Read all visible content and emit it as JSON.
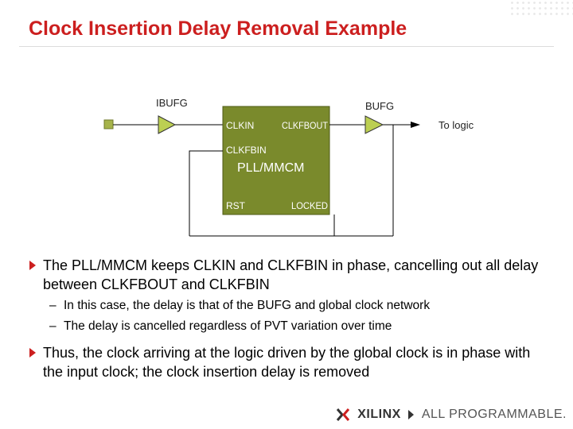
{
  "slide": {
    "title": "Clock Insertion Delay Removal Example"
  },
  "diagram": {
    "ibufg_label": "IBUFG",
    "bufg_label": "BUFG",
    "pll_block": {
      "clkin": "CLKIN",
      "clkfbout": "CLKFBOUT",
      "clkfbin": "CLKFBIN",
      "name": "PLL/MMCM",
      "rst": "RST",
      "locked": "LOCKED",
      "fill_color": "#7a8a2c"
    },
    "output_label": "To logic",
    "buffer_color": "#bccf52",
    "wire_color": "#000000"
  },
  "bullets": [
    {
      "text": "The PLL/MMCM keeps CLKIN and CLKFBIN in phase, cancelling out all delay between CLKFBOUT and CLKFBIN",
      "sub": [
        "In this case, the delay is that of the BUFG and global clock network",
        "The delay is cancelled regardless of  PVT variation over time"
      ]
    },
    {
      "text": "Thus, the clock arriving at the logic driven by the global clock is in phase with the input clock; the clock insertion delay is removed",
      "sub": []
    }
  ],
  "footer": {
    "brand": "XILINX",
    "tagline": "ALL PROGRAMMABLE.",
    "accent_color": "#cc1f1f"
  }
}
